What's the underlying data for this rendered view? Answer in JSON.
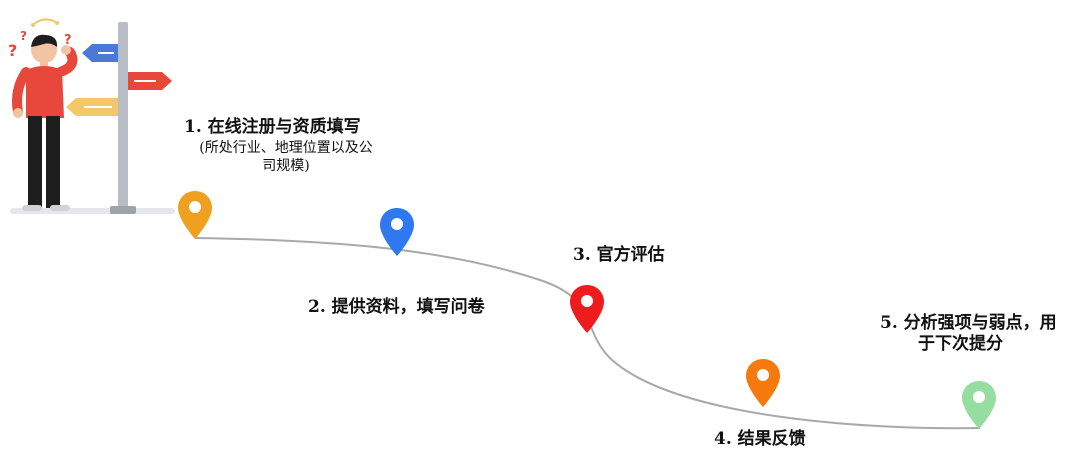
{
  "steps": [
    {
      "title": "1. 在线注册与资质填写",
      "note": "(所处行业、地理位置以及公司规模)",
      "note_line1": "(所处行业、地理位置以及公",
      "note_line2": "司规模)",
      "pin_color": "#f0a020"
    },
    {
      "title": "2. 提供资料，填写问卷",
      "pin_color": "#2f78f0"
    },
    {
      "title": "3. 官方评估",
      "pin_color": "#ee1c1c"
    },
    {
      "title": "4. 结果反馈",
      "pin_color": "#f57a0e"
    },
    {
      "title": "5. 分析强项与弱点，用",
      "title_line2": "于下次提分",
      "pin_color": "#96dda0"
    }
  ],
  "illustration": {
    "icons": [
      "person-confused-icon",
      "signpost-icon",
      "arrow-left-sign-icon",
      "arrow-right-sign-icon",
      "question-mark-icon"
    ],
    "colors": {
      "shirt": "#e8473c",
      "pants": "#1e1e1e",
      "pole": "#b8bcc4",
      "sign_blue": "#4a7ad6",
      "sign_red": "#e8473c",
      "sign_yellow": "#f2c86a",
      "road": "#a9a9a9"
    }
  }
}
